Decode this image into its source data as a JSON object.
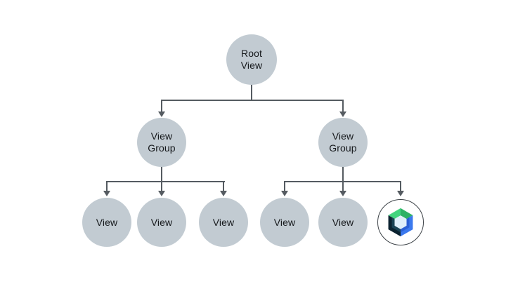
{
  "colors": {
    "node-fill": "#c2cbd2",
    "node-text": "#16191c",
    "connector": "#555b61",
    "compose-circle-border": "#3c4247",
    "compose-green-light": "#42d47e",
    "compose-green-dark": "#2eb166",
    "compose-blue-light": "#3b79ee",
    "compose-blue-dark": "#2a5fd4",
    "compose-navy-dark": "#0b2230",
    "compose-navy-light": "#1b4355",
    "compose-hex-center": "#dfeefa"
  },
  "diagram": {
    "description": "View hierarchy tree",
    "root": {
      "label": "Root\nView"
    },
    "group_left": {
      "label": "View\nGroup"
    },
    "group_right": {
      "label": "View\nGroup"
    },
    "leaves_left": [
      {
        "label": "View"
      },
      {
        "label": "View"
      },
      {
        "label": "View"
      }
    ],
    "leaves_right": [
      {
        "label": "View"
      },
      {
        "label": "View"
      }
    ],
    "compose_node": {
      "icon": "jetpack-compose-icon"
    }
  }
}
